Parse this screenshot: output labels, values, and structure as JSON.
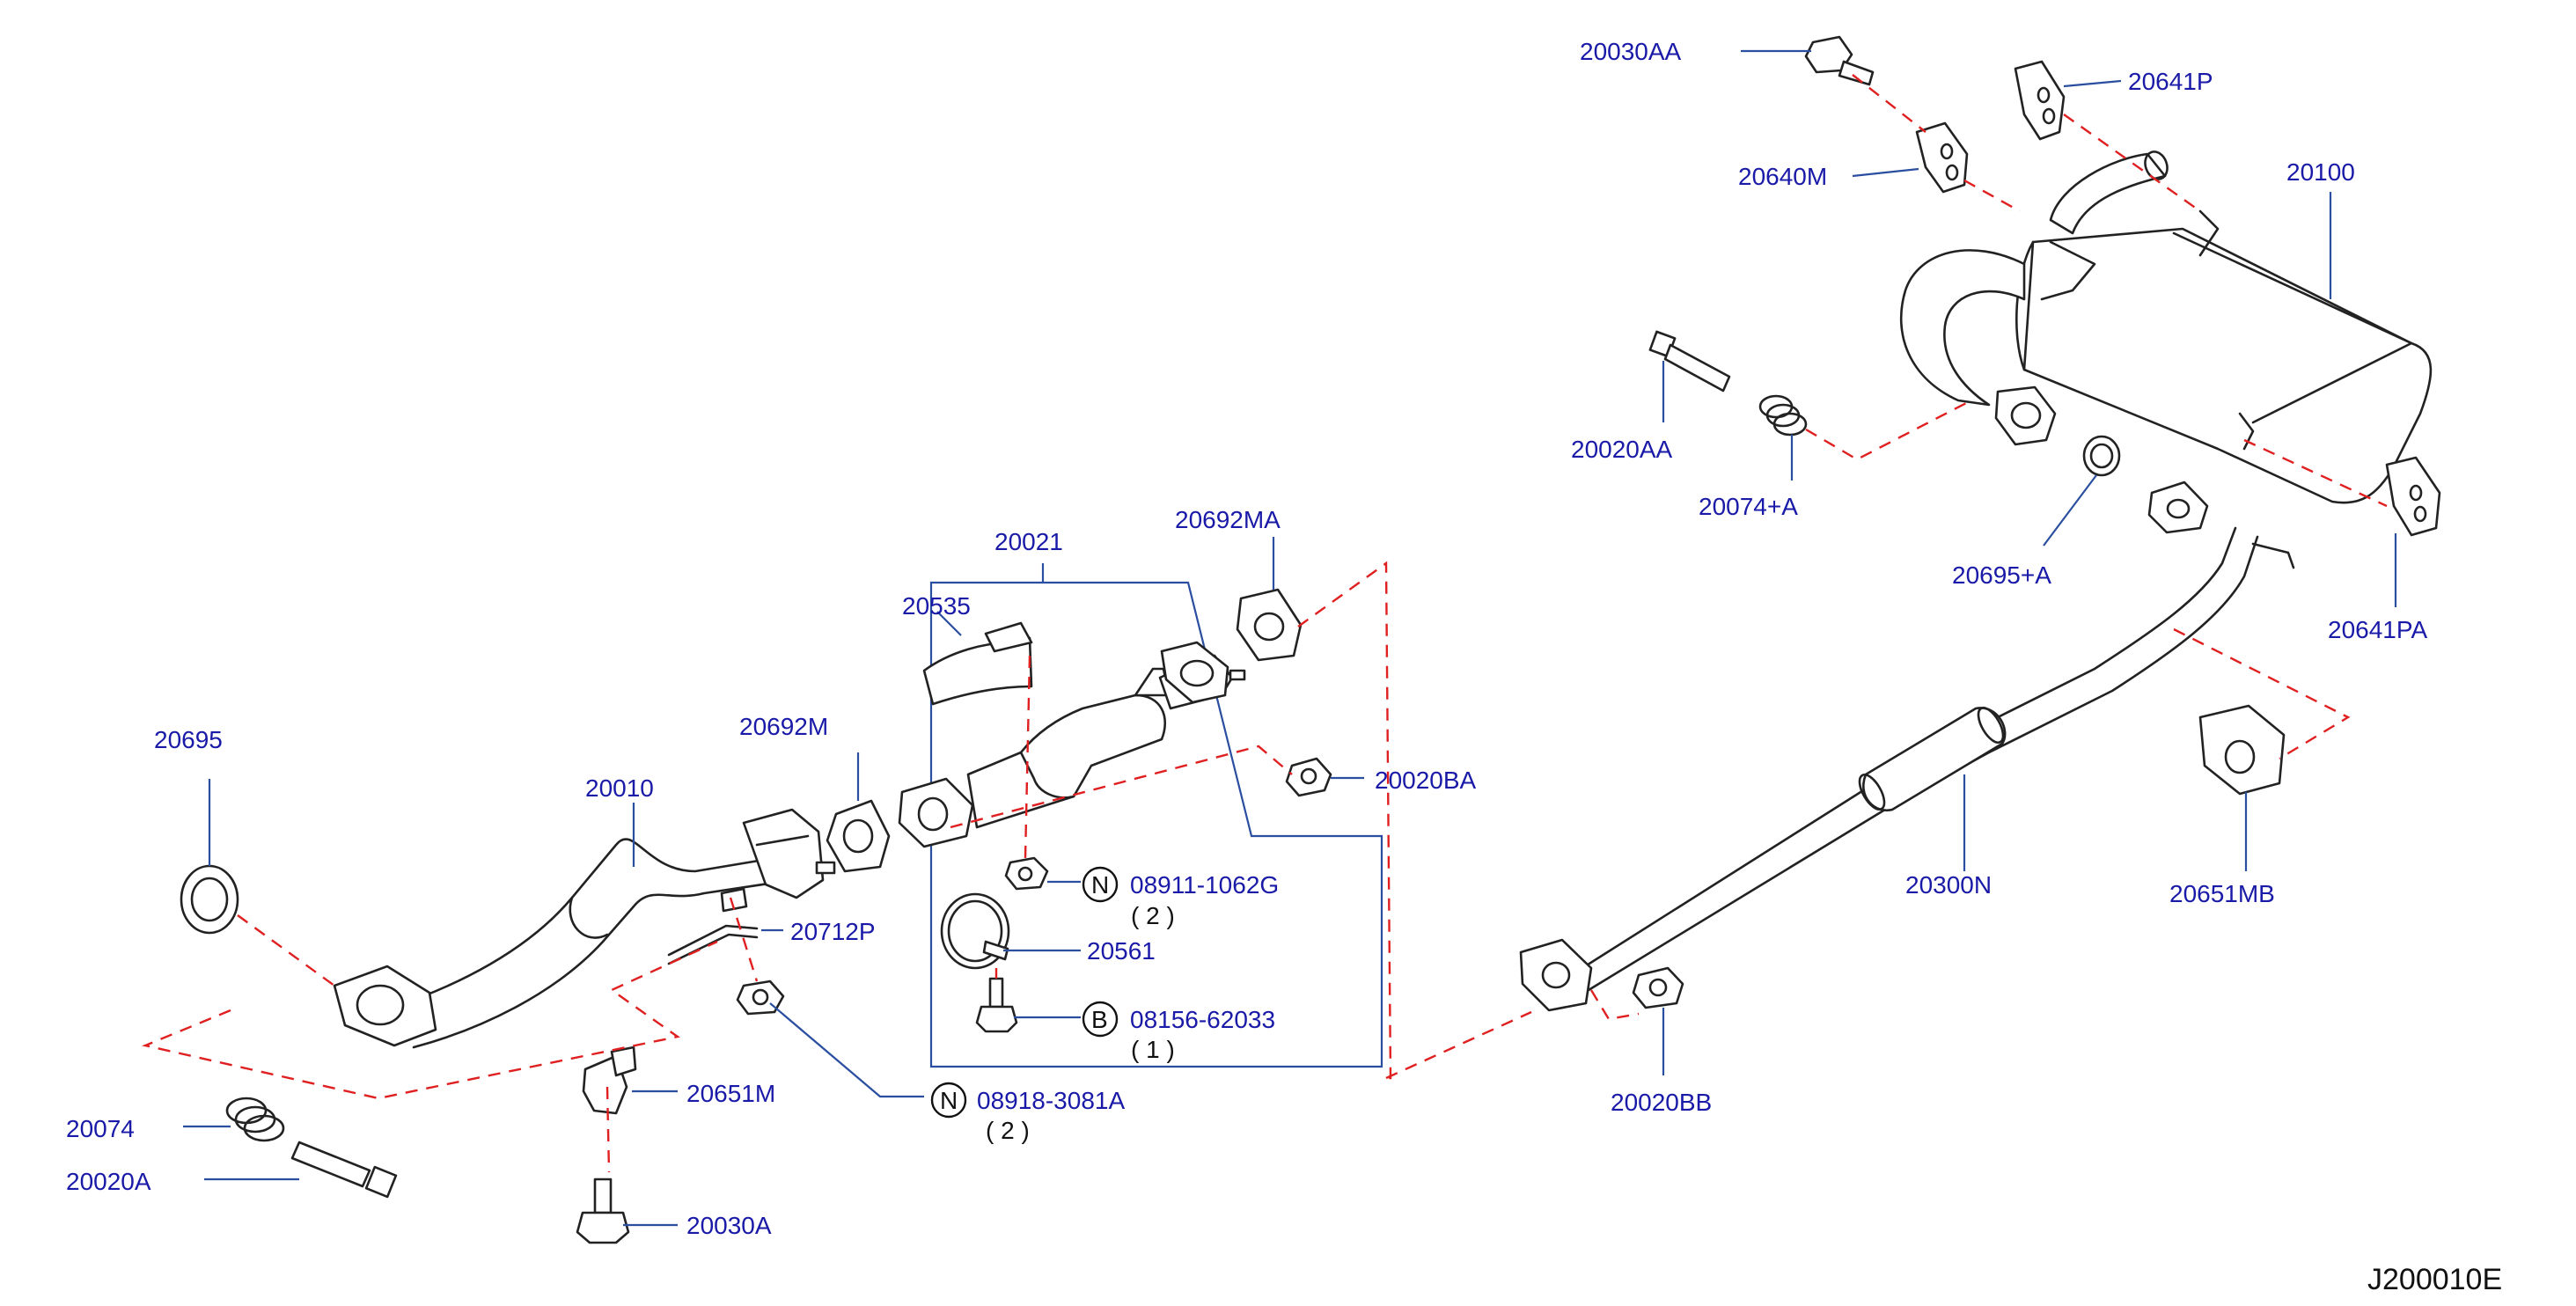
{
  "diagram_id": "J200010E",
  "parts": {
    "p20695": "20695",
    "p20010": "20010",
    "p20692M": "20692M",
    "p20712P": "20712P",
    "p20074": "20074",
    "p20020A": "20020A",
    "p20651M": "20651M",
    "p20030A": "20030A",
    "p08918": "08918-3081A",
    "q08918": "( 2 )",
    "p20021": "20021",
    "p20535": "20535",
    "p20692MA": "20692MA",
    "p20020BA": "20020BA",
    "p08911": "08911-1062G",
    "q08911": "( 2 )",
    "p20561": "20561",
    "p08156": "08156-62033",
    "q08156": "( 1 )",
    "p20030AA": "20030AA",
    "p20641P": "20641P",
    "p20640M": "20640M",
    "p20100": "20100",
    "p20020AA": "20020AA",
    "p20074A": "20074+A",
    "p20695A": "20695+A",
    "p20641PA": "20641PA",
    "p20651MB": "20651MB",
    "p20300N": "20300N",
    "p20020BB": "20020BB"
  },
  "symbols": {
    "nut": "N",
    "bolt": "B"
  },
  "colors": {
    "label": "#1a1aa8",
    "leader": "#2a4ea0",
    "dashed_guide": "#e02020",
    "line_art": "#222222"
  }
}
